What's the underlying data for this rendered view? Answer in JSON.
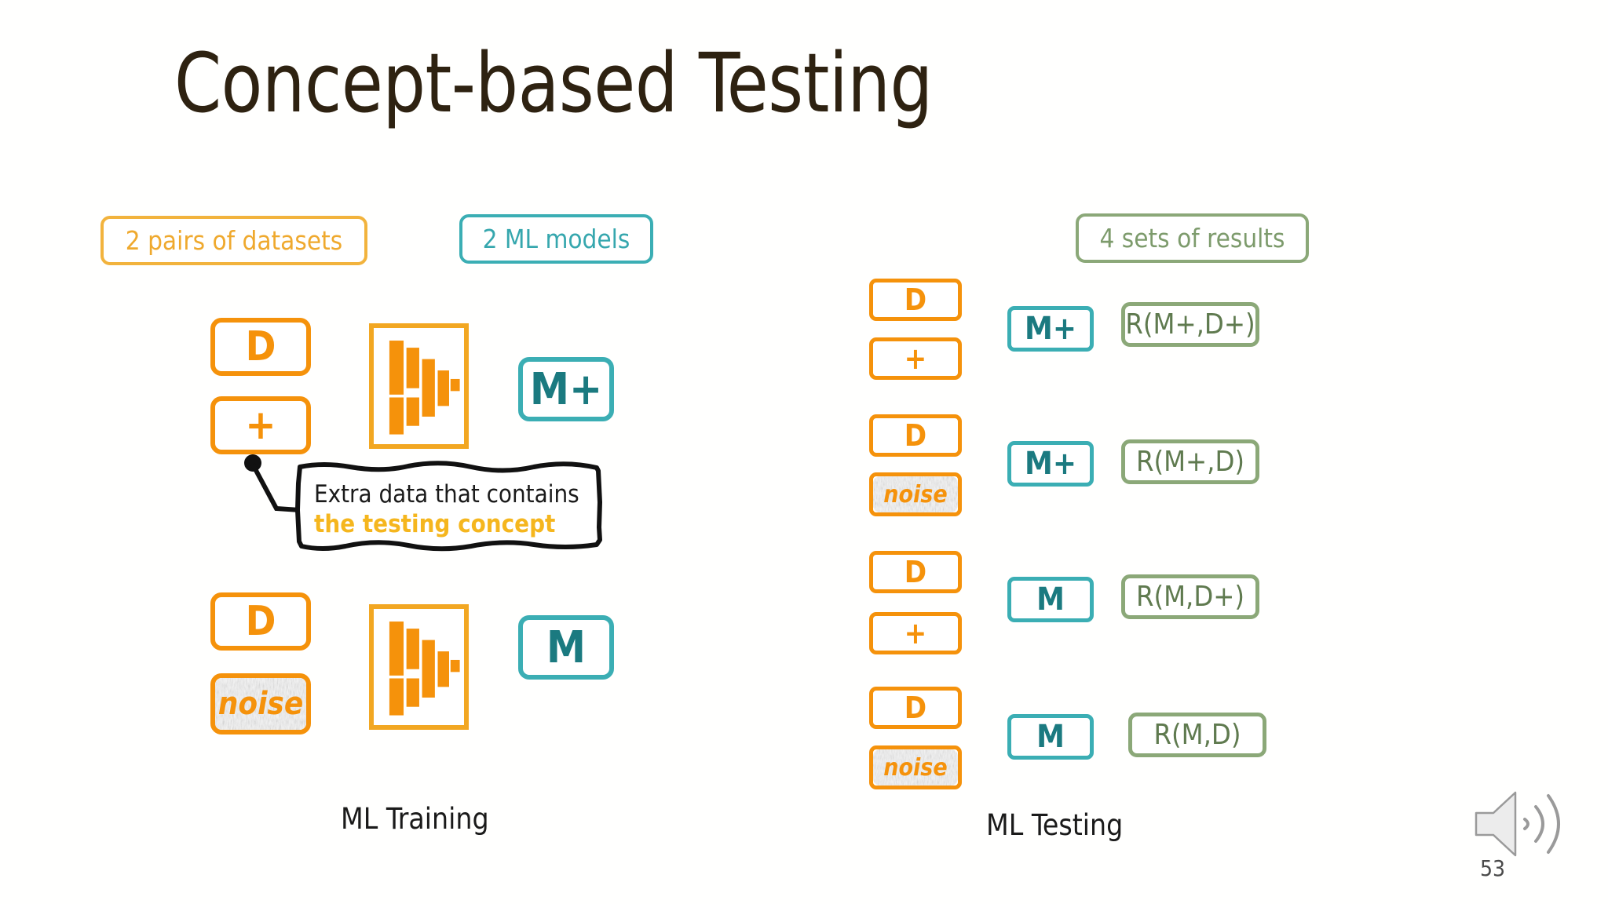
{
  "slide": {
    "title": "Concept-based Testing",
    "page_number": "53",
    "background_color": "#ffffff",
    "title_color": "#2E2211"
  },
  "colors": {
    "orange": "#F5920B",
    "amber": "#F2B33D",
    "teal": "#3BAEB4",
    "teal_dark": "#1B7A80",
    "sage": "#8BA878",
    "sage_dark": "#5F7A4F",
    "callout_highlight": "#F5B61E"
  },
  "legend_pills": [
    {
      "id": "datasets",
      "label": "2 pairs of datasets",
      "color": "#F2B33D"
    },
    {
      "id": "models",
      "label": "2 ML models",
      "color": "#3BAEB4"
    },
    {
      "id": "results",
      "label": "4 sets of results",
      "color": "#8BA878"
    }
  ],
  "training": {
    "caption": "ML Training",
    "rows": [
      {
        "dataset_label": "D",
        "modifier_label": "+",
        "modifier_kind": "plus",
        "model_label": "M+",
        "icon": "training-chart-icon"
      },
      {
        "dataset_label": "D",
        "modifier_label": "noise",
        "modifier_kind": "noise",
        "model_label": "M",
        "icon": "training-chart-icon"
      }
    ]
  },
  "callout": {
    "line1": "Extra data that contains",
    "line2": "the testing concept"
  },
  "testing": {
    "caption": "ML Testing",
    "rows": [
      {
        "dataset_label": "D",
        "modifier_label": "+",
        "modifier_kind": "plus",
        "model_label": "M+",
        "result_label": "R(M+,D+)"
      },
      {
        "dataset_label": "D",
        "modifier_label": "noise",
        "modifier_kind": "noise",
        "model_label": "M+",
        "result_label": "R(M+,D)"
      },
      {
        "dataset_label": "D",
        "modifier_label": "+",
        "modifier_kind": "plus",
        "model_label": "M",
        "result_label": "R(M,D+)"
      },
      {
        "dataset_label": "D",
        "modifier_label": "noise",
        "modifier_kind": "noise",
        "model_label": "M",
        "result_label": "R(M,D)"
      }
    ]
  },
  "icons": {
    "audio": "speaker-volume-icon",
    "training_chart": "bar-chart-icon"
  }
}
